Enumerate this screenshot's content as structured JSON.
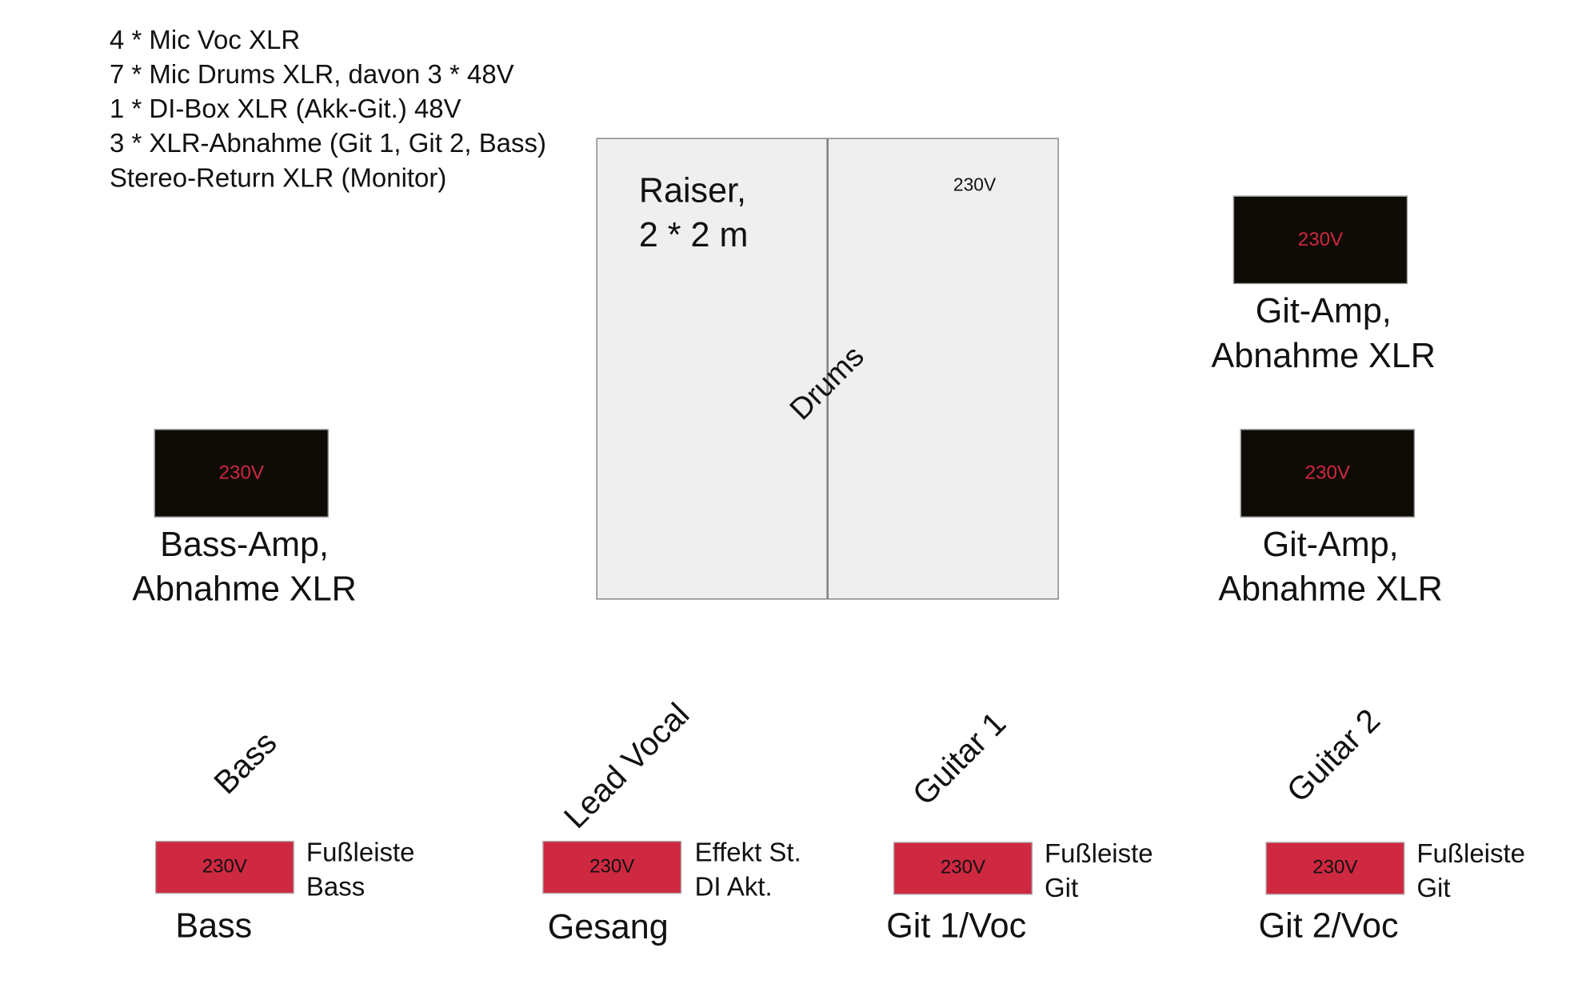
{
  "inputs_list": [
    "4 * Mic Voc XLR",
    "7 * Mic Drums XLR, davon 3 * 48V",
    "1 * DI-Box XLR (Akk-Git.) 48V",
    "3 * XLR-Abnahme (Git 1, Git 2, Bass)",
    "Stereo-Return XLR (Monitor)"
  ],
  "riser": {
    "line1": "Raiser,",
    "line2": "2 * 2 m",
    "power": "230V",
    "label": "Drums"
  },
  "amps": [
    {
      "power": "230V",
      "line1": "Git-Amp,",
      "line2": "Abnahme XLR"
    },
    {
      "power": "230V",
      "line1": "Git-Amp,",
      "line2": "Abnahme XLR"
    },
    {
      "power": "230V",
      "line1": "Bass-Amp,",
      "line2": "Abnahme XLR"
    }
  ],
  "positions": [
    {
      "role": "Bass",
      "power": "230V",
      "side1": "Fußleiste",
      "side2": "Bass",
      "name": "Bass"
    },
    {
      "role": "Lead Vocal",
      "power": "230V",
      "side1": "Effekt St.",
      "side2": "DI Akt.",
      "name": "Gesang"
    },
    {
      "role": "Guitar 1",
      "power": "230V",
      "side1": "Fußleiste",
      "side2": "Git",
      "name": "Git 1/Voc"
    },
    {
      "role": "Guitar 2",
      "power": "230V",
      "side1": "Fußleiste",
      "side2": "Git",
      "name": "Git 2/Voc"
    }
  ],
  "colors": {
    "power_strip": "#cf2841",
    "amp": "#0e0b06",
    "amp_text": "#d0283f",
    "riser": "#efefef"
  }
}
